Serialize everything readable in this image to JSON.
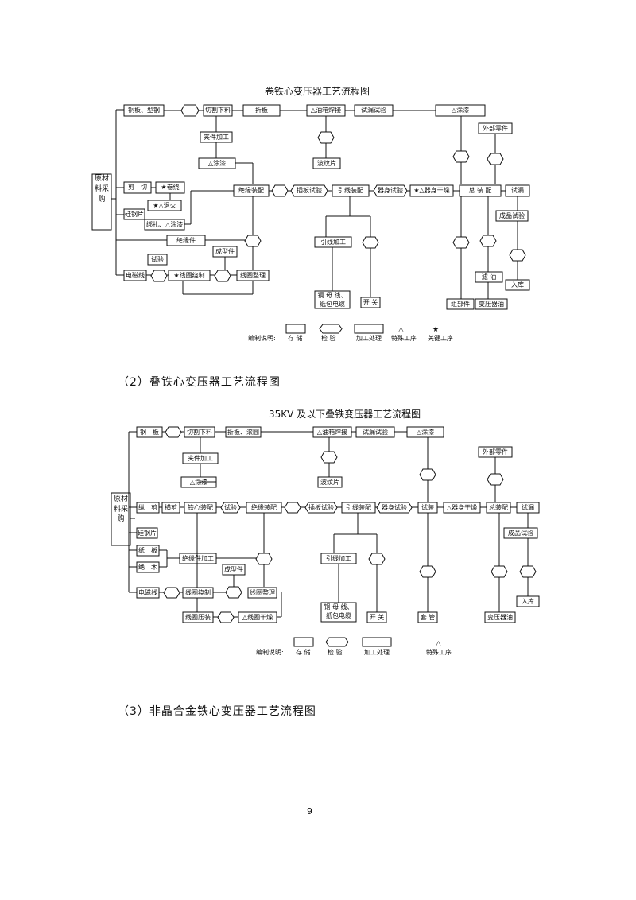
{
  "chart1": {
    "title": "卷铁心变压器工艺流程图",
    "raw_material": "原材料采购",
    "boxes": {
      "steel": "铜板、型钢",
      "cut": "切割下料",
      "fold": "折板",
      "weld": "△油箱焊接",
      "leak": "试漏试验",
      "paint": "△涂漆",
      "support": "夹件加工",
      "paint2": "△涂漆",
      "corrugated": "波纹片",
      "ext_parts": "外部零件",
      "shear": "剪　切",
      "coil_core": "★卷绕",
      "anneal": "★△退火",
      "si_steel": "硅钢片",
      "bind": "绑扎、△涂漆",
      "ins_assembly": "绝缘装配",
      "plate_test": "插板试验",
      "lead": "引线装配",
      "body_test": "器身试验",
      "dry": "★△器身干燥",
      "final": "总 装 配",
      "test": "试漏",
      "product_test": "成品试验",
      "insulator": "绝缘件",
      "try": "试验",
      "molded": "成型件",
      "lead_proc": "引线加工",
      "storage_in": "入库",
      "wire": "电磁线",
      "winding": "★线圈绕制",
      "coil_finish": "线圈整理",
      "copper": "铜 母 线、纸包电缆",
      "switch": "开 关",
      "components": "组部件",
      "oil_filter": "滤 油",
      "oil": "变压器油"
    },
    "legend": {
      "label": "编制说明:",
      "storage": "存 储",
      "inspect": "检 验",
      "process": "加工处理",
      "special": "特殊工序",
      "key": "关键工序"
    }
  },
  "heading2": "（2）叠铁心变压器工艺流程图",
  "chart2": {
    "title": "35KV 及以下叠铁变压器工艺流程图",
    "raw_material": "原材料采购",
    "boxes": {
      "steel": "钢　板",
      "cut": "切割下料",
      "fold": "折板、滚圆",
      "weld": "△油箱焊接",
      "leak": "试漏试验",
      "paint": "△涂漆",
      "support": "夹件加工",
      "paint2": "△涂漆",
      "corrugated": "波纹片",
      "ext_parts": "外部零件",
      "shear": "纵　剪",
      "cross": "横剪",
      "core_asm": "铁心装配",
      "try1": "试验",
      "ins_asm": "绝缘装配",
      "plate_test": "插板试验",
      "lead": "引线装配",
      "body_test": "器身试验",
      "try2": "试装",
      "dry": "△器身干燥",
      "final": "总装配",
      "test": "试漏",
      "si_steel": "硅钢片",
      "product_test": "成品试验",
      "paper": "纸　板",
      "wood": "绝　木",
      "ins_proc": "绝缘件加工",
      "molded": "成型件",
      "lead_proc": "引线加工",
      "storage_in": "入库",
      "wire": "电磁线",
      "winding": "线圈绕制",
      "coil_finish": "线圈整理",
      "press": "线圈压装",
      "coil_dry": "△线圈干燥",
      "copper": "铜 母 线、纸包电缆",
      "switch": "开 关",
      "bushing": "套 管",
      "oil": "变压器油"
    },
    "legend": {
      "label": "编制说明:",
      "storage": "存 储",
      "inspect": "检 验",
      "process": "加工处理",
      "special": "特殊工序"
    }
  },
  "heading3": "（3）非晶合金铁心变压器工艺流程图",
  "page_number": "9"
}
